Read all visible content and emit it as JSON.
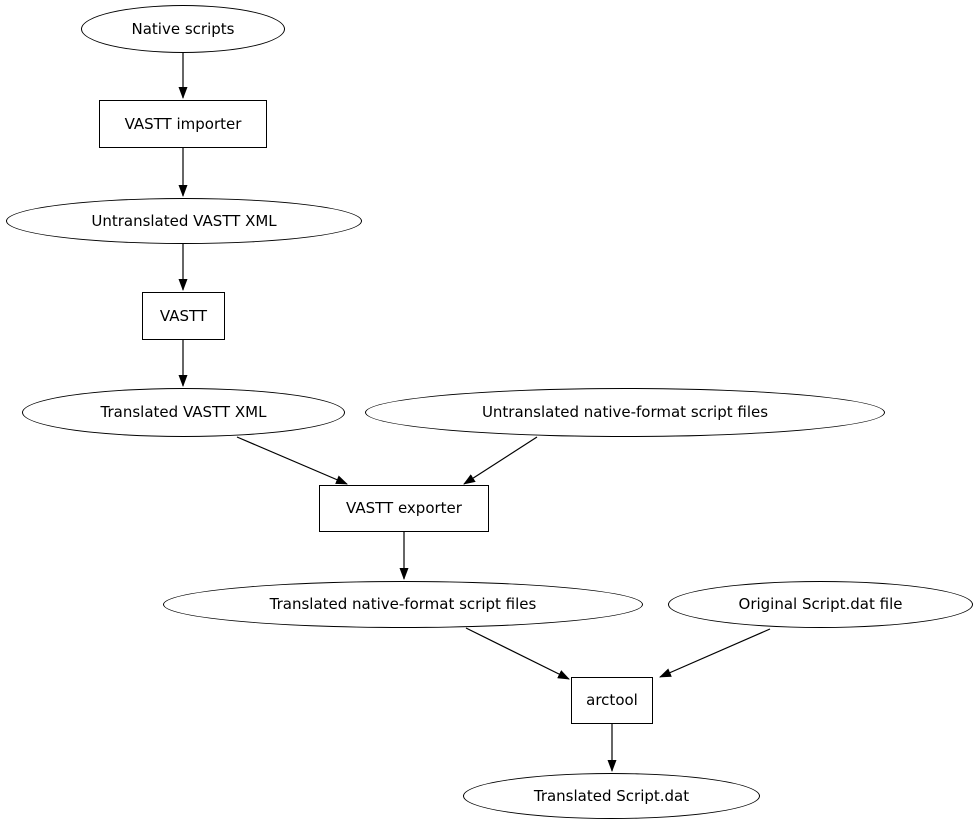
{
  "diagram": {
    "background_color": "#ffffff",
    "stroke_color": "#000000",
    "text_color": "#000000",
    "nodes": {
      "native_scripts": {
        "label": "Native scripts",
        "shape": "ellipse"
      },
      "vastt_importer": {
        "label": "VASTT importer",
        "shape": "box"
      },
      "untranslated_vastt_xml": {
        "label": "Untranslated VASTT XML",
        "shape": "ellipse"
      },
      "vastt": {
        "label": "VASTT",
        "shape": "box"
      },
      "translated_vastt_xml": {
        "label": "Translated VASTT XML",
        "shape": "ellipse"
      },
      "untranslated_native_format_script_files": {
        "label": "Untranslated native-format script files",
        "shape": "ellipse"
      },
      "vastt_exporter": {
        "label": "VASTT exporter",
        "shape": "box"
      },
      "translated_native_format_script_files": {
        "label": "Translated native-format script files",
        "shape": "ellipse"
      },
      "original_script_dat_file": {
        "label": "Original Script.dat file",
        "shape": "ellipse"
      },
      "arctool": {
        "label": "arctool",
        "shape": "box"
      },
      "translated_script_dat": {
        "label": "Translated Script.dat",
        "shape": "ellipse"
      }
    },
    "edges": [
      {
        "from": "native_scripts",
        "to": "vastt_importer"
      },
      {
        "from": "vastt_importer",
        "to": "untranslated_vastt_xml"
      },
      {
        "from": "untranslated_vastt_xml",
        "to": "vastt"
      },
      {
        "from": "vastt",
        "to": "translated_vastt_xml"
      },
      {
        "from": "translated_vastt_xml",
        "to": "vastt_exporter"
      },
      {
        "from": "untranslated_native_format_script_files",
        "to": "vastt_exporter"
      },
      {
        "from": "vastt_exporter",
        "to": "translated_native_format_script_files"
      },
      {
        "from": "translated_native_format_script_files",
        "to": "arctool"
      },
      {
        "from": "original_script_dat_file",
        "to": "arctool"
      },
      {
        "from": "arctool",
        "to": "translated_script_dat"
      }
    ]
  }
}
